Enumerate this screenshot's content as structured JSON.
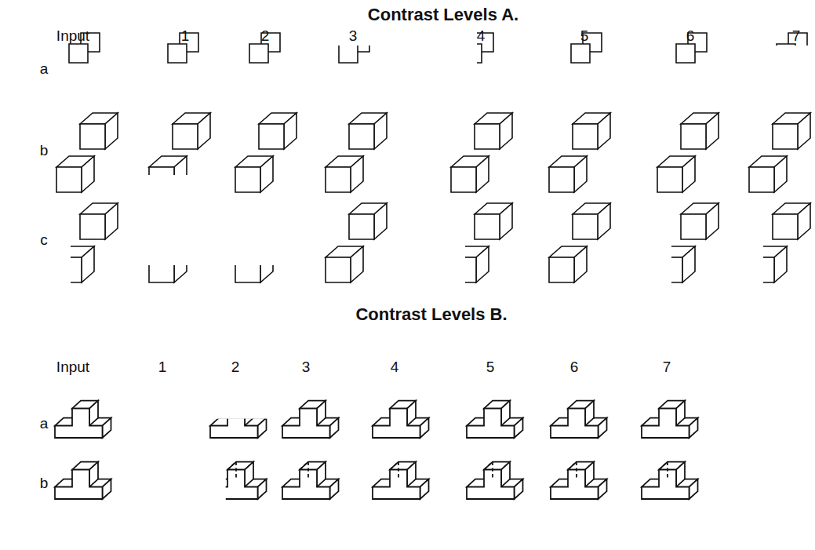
{
  "diagram": {
    "labels": [
      "Contrast Levels A.",
      "Input",
      "1",
      "2",
      "3",
      "4",
      "5",
      "6",
      "7",
      "a",
      "b",
      "c",
      "Contrast Levels B.",
      "Input",
      "1",
      "2",
      "3",
      "4",
      "5",
      "6",
      "7",
      "a",
      "b"
    ]
  }
}
